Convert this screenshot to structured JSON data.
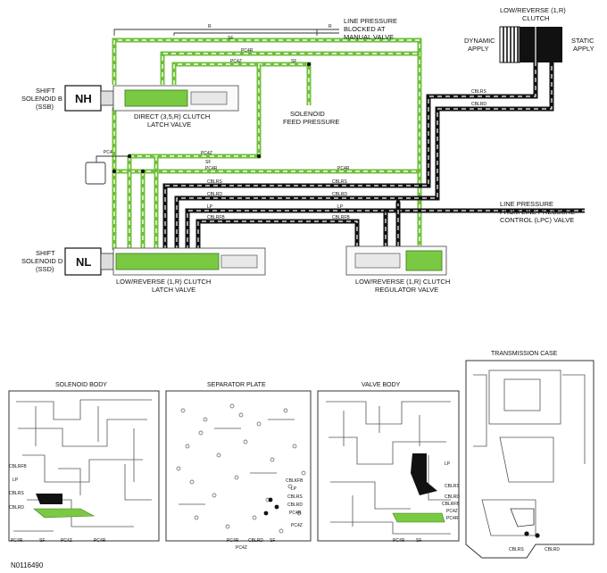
{
  "labels": {
    "line_pressure_blocked": [
      "LINE PRESSURE",
      "BLOCKED AT",
      "MANUAL VALVE"
    ],
    "clutch_top": [
      "LOW/REVERSE (1,R)",
      "CLUTCH"
    ],
    "dynamic_apply": [
      "DYNAMIC",
      "APPLY"
    ],
    "static_apply": [
      "STATIC",
      "APPLY"
    ],
    "shift_solenoid_b": [
      "SHIFT",
      "SOLENOID B",
      "(SSB)"
    ],
    "nh": "NH",
    "direct_clutch_latch": [
      "DIRECT (3,5,R) CLUTCH",
      "LATCH VALVE"
    ],
    "solenoid_feed": [
      "SOLENOID",
      "FEED PRESSURE"
    ],
    "line_pressure_lpc": [
      "LINE PRESSURE",
      "FROM LINE PRESSURE",
      "CONTROL (LPC) VALVE"
    ],
    "shift_solenoid_d": [
      "SHIFT",
      "SOLENOID D",
      "(SSD)"
    ],
    "nl": "NL",
    "lr_clutch_latch": [
      "LOW/REVERSE (1,R) CLUTCH",
      "LATCH VALVE"
    ],
    "lr_clutch_regulator": [
      "LOW/REVERSE (1,R) CLUTCH",
      "REGULATOR VALVE"
    ],
    "doc_code": "N0116490"
  },
  "line_tags": {
    "r": "R",
    "sf": "SF",
    "pc4r": "PC4R",
    "pc4z": "PC4Z",
    "pc4": "PC4",
    "cblrs": "CBLRS",
    "cblrd": "CBLRD",
    "lp": "LP",
    "cblrfb": "CBLRFB"
  },
  "panels": {
    "solenoid_body": {
      "title": "SOLENOID BODY",
      "callouts": [
        "CBLRFB",
        "LP",
        "CBLRS",
        "CBLRD",
        "PC4R",
        "SF",
        "PC4Z",
        "PC4R"
      ]
    },
    "separator_plate": {
      "title": "SEPARATOR PLATE",
      "callouts": [
        "CBLKFB",
        "LP",
        "CBLRS",
        "CBLRD",
        "PC4R",
        "PC4Z",
        "PC4R",
        "CBLRD",
        "SF",
        "PC4Z"
      ]
    },
    "valve_body": {
      "title": "VALVE BODY",
      "callouts": [
        "LP",
        "CBLRS",
        "CBLRD",
        "CBLRFB",
        "PC4Z",
        "PC4R",
        "PC4R",
        "SF"
      ]
    },
    "transmission_case": {
      "title": "TRANSMISSION CASE",
      "callouts": [
        "CBLRS",
        "CBLRD"
      ]
    }
  },
  "colors": {
    "solenoid_pressure": "#6fbf3a",
    "line_pressure": "#111111",
    "valve_highlight": "#7ac943"
  }
}
